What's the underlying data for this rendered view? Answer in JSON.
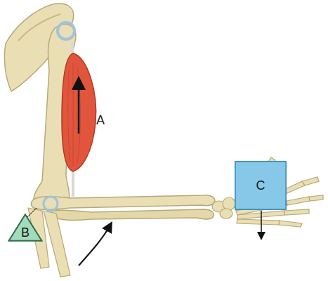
{
  "diagram": {
    "nodes": [
      {
        "text": [
          "C"
        ]
      },
      {
        "text": [
          "B"
        ]
      }
    ],
    "labels": [
      "A"
    ]
  }
}
